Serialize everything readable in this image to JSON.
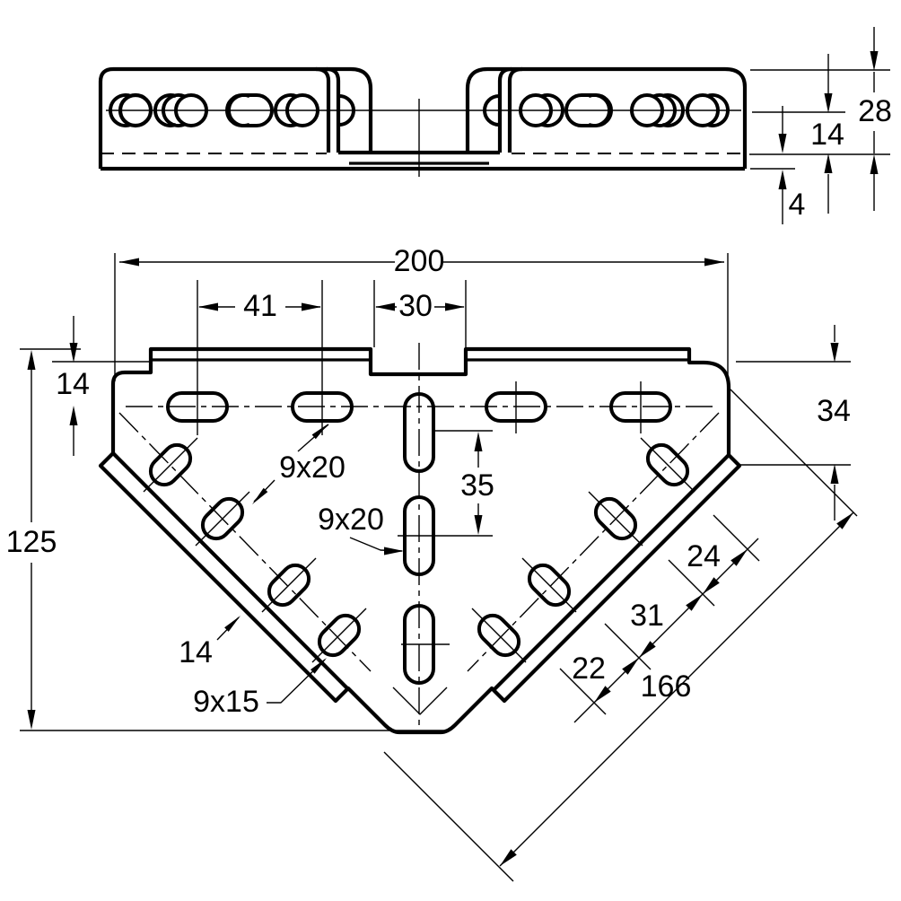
{
  "drawing": {
    "type": "technical-drawing",
    "part": "corner bracket with slotted holes",
    "colors": {
      "background": "#ffffff",
      "line": "#000000"
    },
    "front_view": {
      "dims": {
        "total_height": "28",
        "hole_centerline": "14",
        "base_thickness": "4"
      }
    },
    "plan_view": {
      "dims": {
        "overall_width": "200",
        "hole_pitch": "41",
        "notch_width": "30",
        "edge_to_holes": "14",
        "slot_pitch": "35",
        "side_height": "34",
        "overall_height": "125",
        "diag_pitch_a": "22",
        "diag_pitch_b": "31",
        "diag_pitch_c": "24",
        "diag_length": "166"
      },
      "labels": {
        "slot_top_row": "9x20",
        "slot_mid_column": "9x20",
        "flange_width": "14",
        "slot_diagonal": "9x15"
      }
    }
  }
}
